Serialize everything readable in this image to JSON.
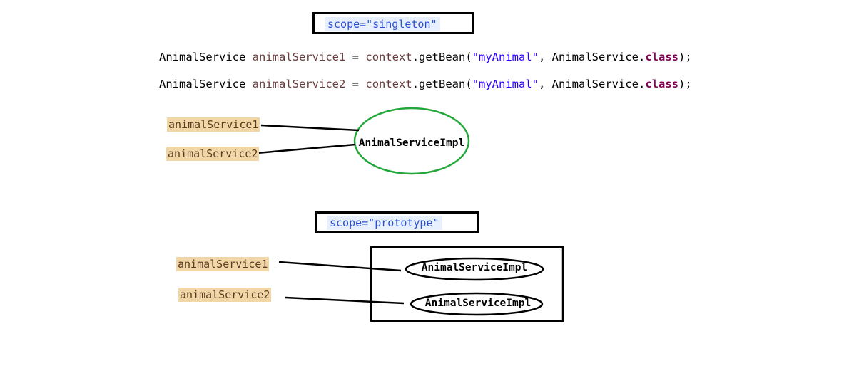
{
  "singleton": {
    "scope_label": "scope=\"singleton\"",
    "code_lines": [
      {
        "type": "AnimalService",
        "var": "animalService1",
        "eq": "=",
        "obj": "context",
        "call": ".getBean(",
        "arg": "\"myAnimal\"",
        "sep": ", AnimalService.",
        "kw": "class",
        "end": ");"
      },
      {
        "type": "AnimalService",
        "var": "animalService2",
        "eq": "=",
        "obj": "context",
        "call": ".getBean(",
        "arg": "\"myAnimal\"",
        "sep": ", AnimalService.",
        "kw": "class",
        "end": ");"
      }
    ],
    "refs": [
      "animalService1",
      "animalService2"
    ],
    "instance_label": "AnimalServiceImpl",
    "instance_border_color": "#22a83a"
  },
  "prototype": {
    "scope_label": "scope=\"prototype\"",
    "refs": [
      "animalService1",
      "animalService2"
    ],
    "instances": [
      "AnimalServiceImpl",
      "AnimalServiceImpl"
    ]
  }
}
